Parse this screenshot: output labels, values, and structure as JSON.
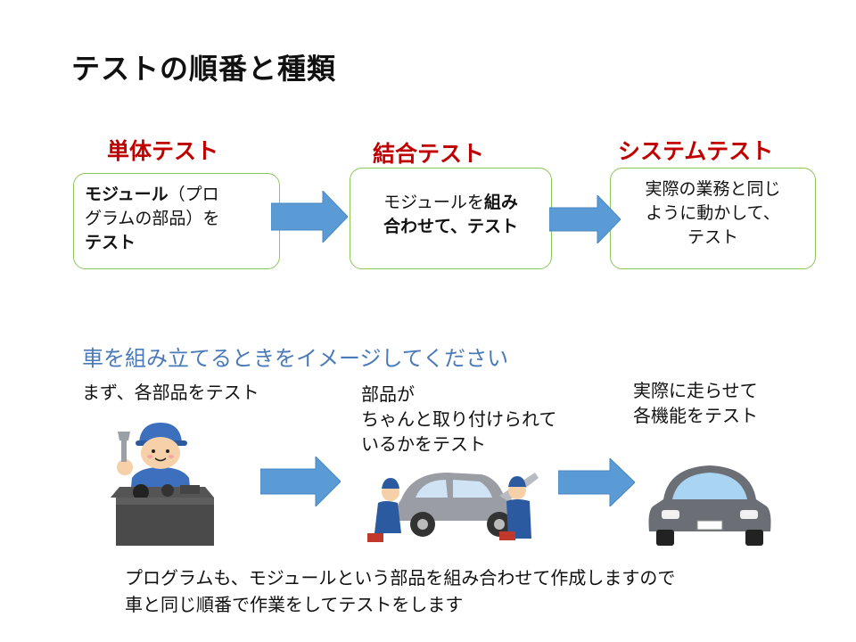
{
  "title": "テストの順番と種類",
  "stages": [
    {
      "name": "単体テスト",
      "desc_bold1": "モジュール",
      "desc_1": "（プロ",
      "desc_2": "グラムの部品）を",
      "desc_bold2": "テスト"
    },
    {
      "name": "結合テスト",
      "desc_1": "モジュールを",
      "desc_bold1": "組み",
      "desc_bold2": "合わせて、テスト"
    },
    {
      "name": "システムテスト",
      "desc_1": "実際の業務と同じ",
      "desc_2": "ように動かして、",
      "desc_3": "テスト"
    }
  ],
  "analogy_heading": "車を組み立てるときをイメージしてください",
  "steps": [
    {
      "line1": "まず、各部品をテスト"
    },
    {
      "line1": "部品が",
      "line2": "ちゃんと取り付けられて",
      "line3": "いるかをテスト"
    },
    {
      "line1": "実際に走らせて",
      "line2": "各機能をテスト"
    }
  ],
  "footer": {
    "line1": "プログラムも、モジュールという部品を組み合わせて作成しますので",
    "line2": "車と同じ順番で作業をしてテストをします"
  },
  "colors": {
    "accent_red": "#c00000",
    "arrow_blue": "#5b9bd5",
    "box_border": "#8cc65a",
    "heading_blue": "#4a7ab8"
  }
}
